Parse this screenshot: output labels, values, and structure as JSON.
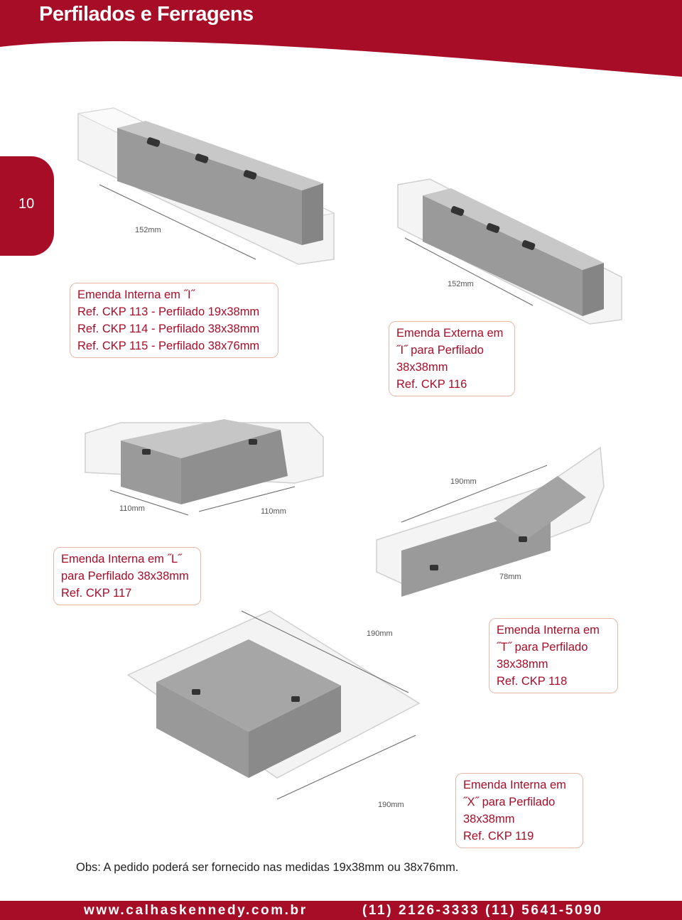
{
  "header": {
    "title": "Perfilados e Ferragens",
    "color": "#a80d28"
  },
  "page_number": "10",
  "products": [
    {
      "dimensions": [
        "152mm"
      ],
      "caption": [
        "Emenda Interna em  ˝I˝",
        "Ref. CKP 113 - Perfilado 19x38mm",
        "Ref. CKP 114 - Perfilado 38x38mm",
        "Ref. CKP 115 - Perfilado 38x76mm"
      ]
    },
    {
      "dimensions": [
        "152mm"
      ],
      "caption": [
        "Emenda Externa em",
        "˝I˝ para Perfilado",
        "38x38mm",
        "Ref. CKP 116"
      ]
    },
    {
      "dimensions": [
        "110mm",
        "110mm"
      ],
      "caption": [
        "Emenda Interna em ˝L˝",
        "para Perfilado 38x38mm",
        "Ref. CKP 117"
      ]
    },
    {
      "dimensions": [
        "190mm",
        "78mm"
      ],
      "caption": [
        "Emenda Interna em",
        "˝T˝ para Perfilado",
        "38x38mm",
        "Ref. CKP 118"
      ]
    },
    {
      "dimensions": [
        "190mm",
        "190mm"
      ],
      "caption": [
        "Emenda Interna em",
        "˝X˝ para Perfilado",
        "38x38mm",
        "Ref. CKP 119"
      ]
    }
  ],
  "note": "Obs: A pedido poderá ser fornecido nas medidas 19x38mm ou 38x76mm.",
  "footer": {
    "website": "www.calhaskennedy.com.br",
    "phones": "(11) 2126-3333   (11) 5641-5090"
  },
  "icons": [
    "splice-i-internal-icon",
    "splice-i-external-icon",
    "splice-l-icon",
    "splice-t-icon",
    "splice-x-icon"
  ]
}
